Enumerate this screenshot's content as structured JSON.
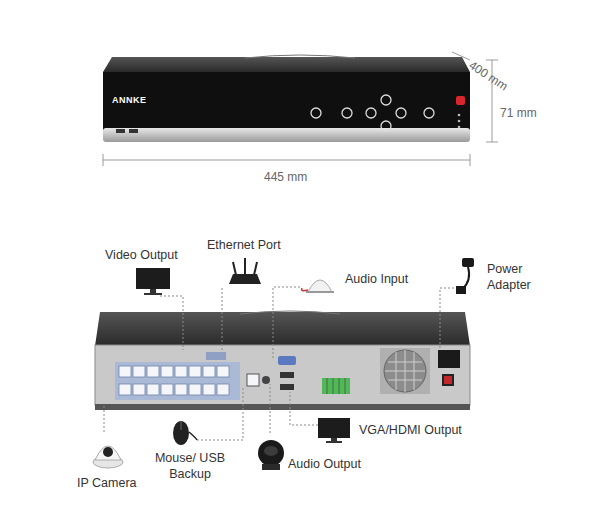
{
  "diagram": {
    "labels": [
      "400 mm",
      "71 mm",
      "445 mm",
      "ANNKE",
      "Video Output",
      "Ethernet Port",
      "Audio Input",
      "Power Adapter",
      "VGA/HDMI Output",
      "Audio Output",
      "Mouse/ USB Backup",
      "IP Camera"
    ]
  }
}
